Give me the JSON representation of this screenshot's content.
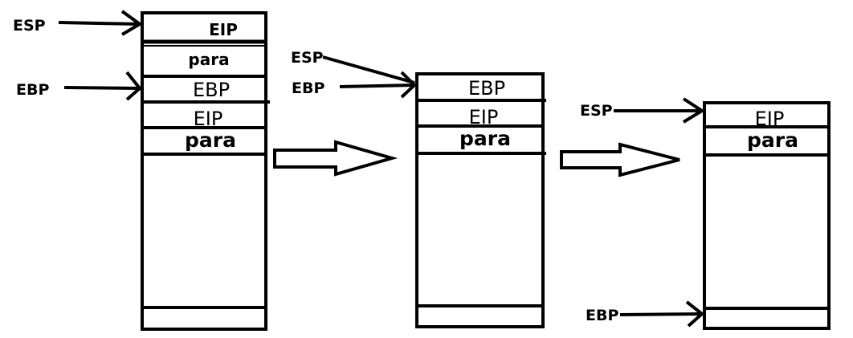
{
  "diagram": {
    "stacks": [
      {
        "id": "stack-1",
        "cells": [
          "EIP",
          "para",
          "EBP",
          "EIP",
          "para"
        ],
        "pointers": [
          {
            "label": "ESP",
            "points_to": "EIP"
          },
          {
            "label": "EBP",
            "points_to": "EBP"
          }
        ]
      },
      {
        "id": "stack-2",
        "cells": [
          "EBP",
          "EIP",
          "para"
        ],
        "pointers": [
          {
            "label": "ESP",
            "points_to": "EBP"
          },
          {
            "label": "EBP",
            "points_to": "EBP"
          }
        ]
      },
      {
        "id": "stack-3",
        "cells": [
          "EIP",
          "para"
        ],
        "pointers": [
          {
            "label": "ESP",
            "points_to": "EIP"
          },
          {
            "label": "EBP",
            "points_to": "bottom"
          }
        ]
      }
    ],
    "transitions": [
      "stack-1 to stack-2",
      "stack-2 to stack-3"
    ],
    "stroke_color": "#000000",
    "background": "#ffffff"
  }
}
